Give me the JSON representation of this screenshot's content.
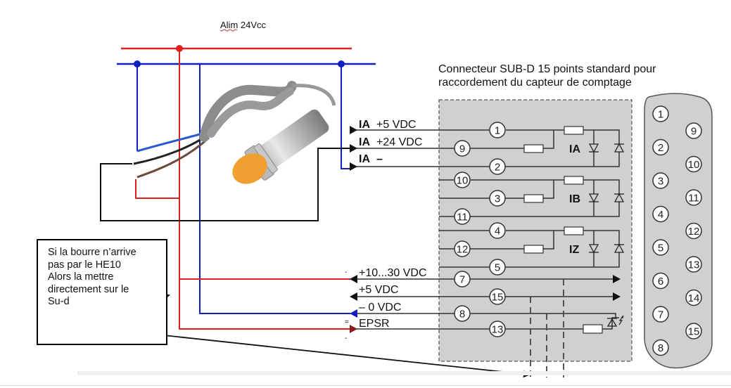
{
  "power_label": "Alim 24Vcc",
  "connector_title_line1": "Connecteur SUB-D 15 points standard pour",
  "connector_title_line2": "raccordement du capteur de comptage",
  "colors": {
    "positive_wire": "#e02020",
    "negative_wire": "#1020c0",
    "signal_wire": "#111111",
    "module_fill": "#d0d0d0",
    "sensor_cap": "#f0a030"
  },
  "signals": {
    "ia_5v": {
      "name": "IA",
      "value": "+5 VDC"
    },
    "ia_24v": {
      "name": "IA",
      "value": "+24 VDC"
    },
    "ia_minus": {
      "name": "IA",
      "value": "–"
    },
    "supply_10_30": "+10...30 VDC",
    "supply_5v": "+5 VDC",
    "supply_0v": "– 0 VDC",
    "epsr": "EPSR"
  },
  "channels": [
    {
      "label": "IA",
      "pins": [
        "1",
        "9",
        "2"
      ]
    },
    {
      "label": "IB",
      "pins": [
        "10",
        "3",
        "11"
      ]
    },
    {
      "label": "IZ",
      "pins": [
        "4",
        "12",
        "5"
      ]
    }
  ],
  "supply_pins": [
    "7",
    "15",
    "8",
    "13"
  ],
  "subd_left_pins": [
    "1",
    "2",
    "3",
    "4",
    "5",
    "6",
    "7",
    "8"
  ],
  "subd_right_pins": [
    "9",
    "10",
    "11",
    "12",
    "13",
    "14",
    "15"
  ],
  "minus_marks": [
    "-",
    "=",
    "-"
  ],
  "note": {
    "text": "Si la bourre n’arrive\npas par le HE10\nAlors la mettre\ndirectement sur le\nSu-d"
  }
}
